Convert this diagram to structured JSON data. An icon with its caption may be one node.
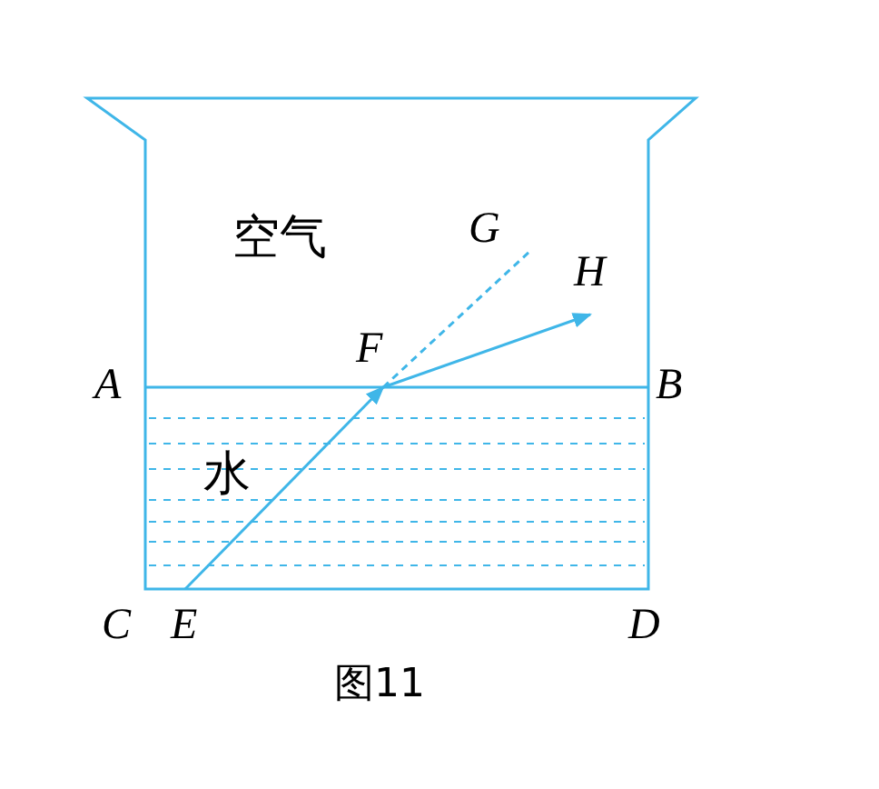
{
  "diagram": {
    "caption": "图11",
    "nodes": [
      {
        "text": [
          "E"
        ]
      },
      {
        "text": [
          "F"
        ]
      },
      {
        "text": [
          "G"
        ]
      },
      {
        "text": [
          "H"
        ]
      }
    ],
    "edges": [
      {
        "from": 0,
        "to": 1,
        "arrow": "to"
      },
      {
        "from": 1,
        "to": 3,
        "arrow": "to"
      },
      {
        "from": 1,
        "to": 2,
        "arrow": "none",
        "style": "dashed"
      }
    ],
    "labels": [
      "空气",
      "A",
      "B",
      "水",
      "C",
      "D"
    ]
  }
}
